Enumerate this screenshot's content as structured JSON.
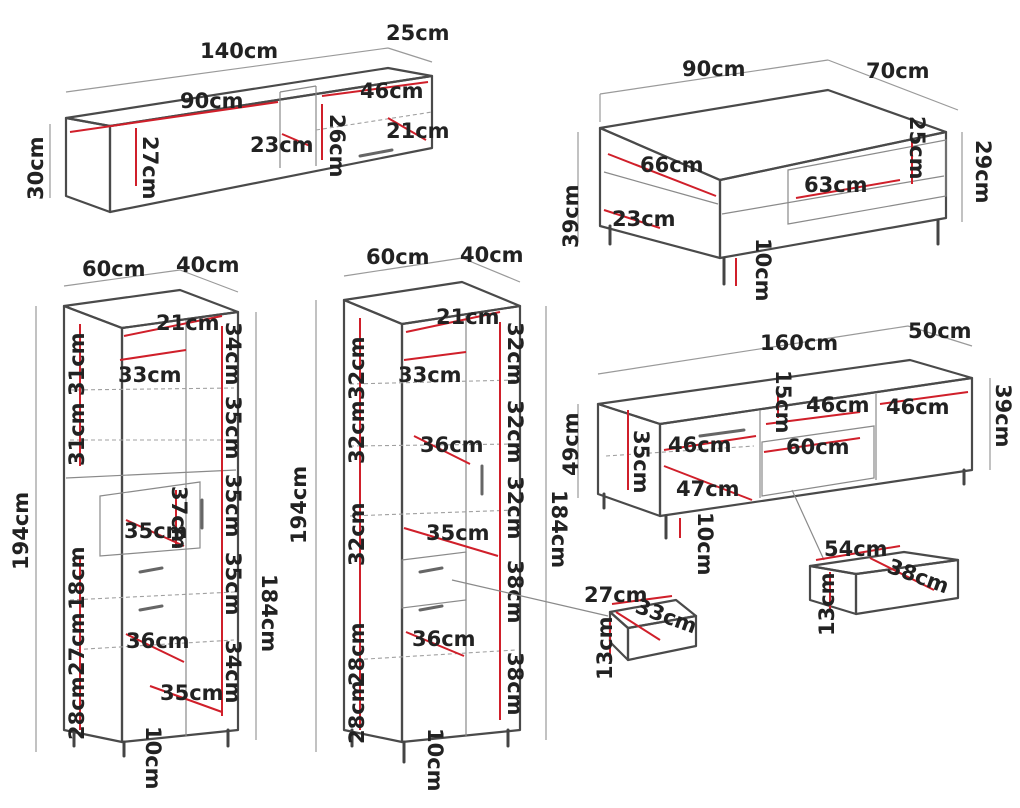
{
  "shelf": {
    "width": "140cm",
    "depth": "25cm",
    "height": "30cm",
    "left_width": "90cm",
    "left_height": "27cm",
    "cabinet_width": "46cm",
    "cabinet_height": "26cm",
    "cabinet_depth": "21cm",
    "shelf_depth": "23cm"
  },
  "coffee_table": {
    "width": "90cm",
    "depth": "70cm",
    "height": "39cm",
    "inner_height": "29cm",
    "inner_depth": "25cm",
    "shelf_width": "66cm",
    "drawer_width": "63cm",
    "shelf_depth": "23cm",
    "leg": "10cm"
  },
  "cabinet_left": {
    "width": "60cm",
    "depth": "40cm",
    "height": "194cm",
    "body_height": "184cm",
    "top_depth": "21cm",
    "shelf_width": "33cm",
    "left_h1": "31cm",
    "left_h2": "31cm",
    "left_h3": "18cm",
    "left_h4": "27cm",
    "left_h5": "28cm",
    "right_h1": "34cm",
    "right_h2": "35cm",
    "right_h3": "35cm",
    "right_h4": "35cm",
    "right_h5": "34cm",
    "glass_h": "37cm",
    "glass_w": "35cm",
    "lower_w1": "36cm",
    "lower_w2": "35cm",
    "leg": "10cm"
  },
  "cabinet_right": {
    "width": "60cm",
    "depth": "40cm",
    "height": "194cm",
    "body_height": "184cm",
    "top_depth": "21cm",
    "shelf_width": "33cm",
    "left_h1": "32cm",
    "left_h2": "32cm",
    "left_h3": "32cm",
    "left_h4": "28cm",
    "left_h5": "28cm",
    "right_h1": "32cm",
    "right_h2": "32cm",
    "right_h3": "32cm",
    "right_h4": "38cm",
    "right_h5": "38cm",
    "mid_w": "36cm",
    "drawer_w": "35cm",
    "lower_w": "36cm",
    "leg": "10cm"
  },
  "drawer_small": {
    "depth": "27cm",
    "width": "33cm",
    "height": "13cm"
  },
  "tv_stand": {
    "width": "160cm",
    "depth": "50cm",
    "height": "49cm",
    "inner_height": "39cm",
    "left_h": "35cm",
    "top_h": "15cm",
    "w1": "46cm",
    "w2": "46cm",
    "w3": "46cm",
    "drawer_w": "60cm",
    "shelf_w": "47cm",
    "leg": "10cm"
  },
  "drawer_large": {
    "width": "54cm",
    "depth": "38cm",
    "height": "13cm"
  }
}
